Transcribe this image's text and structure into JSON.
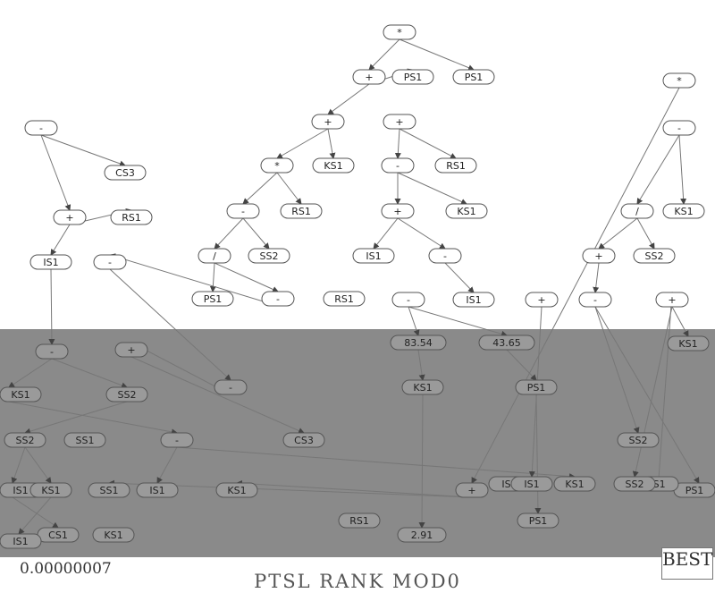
{
  "diagram": {
    "nodes": [
      {
        "id": "n0",
        "label": "*"
      },
      {
        "id": "n1",
        "label": "+"
      },
      {
        "id": "n2",
        "label": "PS1"
      },
      {
        "id": "n3",
        "label": "PS1"
      },
      {
        "id": "n4",
        "label": "+"
      },
      {
        "id": "n5",
        "label": "+"
      },
      {
        "id": "n6",
        "label": "*"
      },
      {
        "id": "n7",
        "label": "KS1"
      },
      {
        "id": "n8",
        "label": "-"
      },
      {
        "id": "n9",
        "label": "RS1"
      },
      {
        "id": "n10",
        "label": "-"
      },
      {
        "id": "n11",
        "label": "RS1"
      },
      {
        "id": "n12",
        "label": "+"
      },
      {
        "id": "n13",
        "label": "KS1"
      },
      {
        "id": "n14",
        "label": "/"
      },
      {
        "id": "n15",
        "label": "SS2"
      },
      {
        "id": "n16",
        "label": "IS1"
      },
      {
        "id": "n17",
        "label": "-"
      },
      {
        "id": "n18",
        "label": "PS1"
      },
      {
        "id": "n19",
        "label": "-"
      },
      {
        "id": "n20",
        "label": "RS1"
      },
      {
        "id": "n21",
        "label": "-"
      },
      {
        "id": "n22",
        "label": "CS3"
      },
      {
        "id": "n23",
        "label": "+"
      },
      {
        "id": "n24",
        "label": "RS1"
      },
      {
        "id": "n25",
        "label": "IS1"
      },
      {
        "id": "n26",
        "label": "-"
      },
      {
        "id": "n27",
        "label": "-"
      },
      {
        "id": "n28",
        "label": "-"
      },
      {
        "id": "n29",
        "label": "+"
      },
      {
        "id": "n30",
        "label": "CS3"
      },
      {
        "id": "n31",
        "label": "-"
      },
      {
        "id": "n32",
        "label": "KS1"
      },
      {
        "id": "n33",
        "label": "/"
      },
      {
        "id": "n34",
        "label": "SS2"
      },
      {
        "id": "n35",
        "label": "-"
      },
      {
        "id": "n36",
        "label": "+"
      },
      {
        "id": "n37",
        "label": "83.54"
      },
      {
        "id": "n38",
        "label": "43.65"
      },
      {
        "id": "n39",
        "label": "IS1"
      },
      {
        "id": "n40",
        "label": "KS1"
      },
      {
        "id": "n41",
        "label": "SS2"
      },
      {
        "id": "n42",
        "label": "-"
      },
      {
        "id": "n43",
        "label": "SS2"
      },
      {
        "id": "n44",
        "label": "KS1"
      },
      {
        "id": "n45",
        "label": "PS1"
      },
      {
        "id": "n46",
        "label": "SS1"
      },
      {
        "id": "n47",
        "label": "IS1"
      },
      {
        "id": "n48",
        "label": "KS1"
      },
      {
        "id": "n49",
        "label": "SS2"
      },
      {
        "id": "n50",
        "label": "PS1"
      },
      {
        "id": "n51",
        "label": "CS1"
      },
      {
        "id": "n52",
        "label": "IS1"
      },
      {
        "id": "n53",
        "label": "RS1"
      },
      {
        "id": "n54",
        "label": "KS1"
      },
      {
        "id": "n55",
        "label": "2.91"
      },
      {
        "id": "n56",
        "label": "PS1"
      },
      {
        "id": "n57",
        "label": "IS1"
      },
      {
        "id": "n58",
        "label": "-"
      },
      {
        "id": "n59",
        "label": "IS1"
      },
      {
        "id": "n60",
        "label": "KS1"
      },
      {
        "id": "n61",
        "label": "IS1"
      },
      {
        "id": "n62",
        "label": "+"
      },
      {
        "id": "n63",
        "label": "KS1"
      },
      {
        "id": "n64",
        "label": "SS2"
      },
      {
        "id": "n65",
        "label": "+"
      },
      {
        "id": "n66",
        "label": "IS1"
      },
      {
        "id": "n67",
        "label": "SS1"
      },
      {
        "id": "n68",
        "label": "KS1"
      },
      {
        "id": "n69",
        "label": "+"
      },
      {
        "id": "n70",
        "label": "*"
      }
    ],
    "edges": [
      [
        "n0",
        "n1"
      ],
      [
        "n0",
        "n2"
      ],
      [
        "n1",
        "n4"
      ],
      [
        "n1",
        "n3"
      ],
      [
        "n4",
        "n6"
      ],
      [
        "n4",
        "n7"
      ],
      [
        "n5",
        "n8"
      ],
      [
        "n5",
        "n9"
      ],
      [
        "n6",
        "n10"
      ],
      [
        "n6",
        "n11"
      ],
      [
        "n8",
        "n12"
      ],
      [
        "n8",
        "n13"
      ],
      [
        "n10",
        "n14"
      ],
      [
        "n10",
        "n15"
      ],
      [
        "n12",
        "n16"
      ],
      [
        "n12",
        "n17"
      ],
      [
        "n14",
        "n18"
      ],
      [
        "n14",
        "n19"
      ],
      [
        "n21",
        "n22"
      ],
      [
        "n21",
        "n23"
      ],
      [
        "n23",
        "n24"
      ],
      [
        "n23",
        "n25"
      ],
      [
        "n25",
        "n28"
      ],
      [
        "n28",
        "n40"
      ],
      [
        "n28",
        "n41"
      ],
      [
        "n35",
        "n37"
      ],
      [
        "n35",
        "n38"
      ],
      [
        "n17",
        "n39"
      ],
      [
        "n37",
        "n44"
      ],
      [
        "n38",
        "n45"
      ],
      [
        "n41",
        "n43"
      ],
      [
        "n43",
        "n47"
      ],
      [
        "n43",
        "n48"
      ],
      [
        "n31",
        "n32"
      ],
      [
        "n31",
        "n33"
      ],
      [
        "n33",
        "n34"
      ],
      [
        "n33",
        "n36"
      ],
      [
        "n36",
        "n42"
      ],
      [
        "n42",
        "n49"
      ],
      [
        "n42",
        "n50"
      ],
      [
        "n44",
        "n55"
      ],
      [
        "n45",
        "n56"
      ],
      [
        "n47",
        "n51"
      ],
      [
        "n48",
        "n52"
      ],
      [
        "n70",
        "n69"
      ],
      [
        "n69",
        "n68"
      ],
      [
        "n69",
        "n67"
      ],
      [
        "n40",
        "n58"
      ],
      [
        "n58",
        "n59"
      ],
      [
        "n58",
        "n60"
      ],
      [
        "n61",
        "n62"
      ],
      [
        "n62",
        "n63"
      ],
      [
        "n62",
        "n64"
      ],
      [
        "n65",
        "n66"
      ],
      [
        "n19",
        "n26"
      ],
      [
        "n26",
        "n27"
      ],
      [
        "n27",
        "n29"
      ],
      [
        "n29",
        "n30"
      ]
    ]
  },
  "footer": {
    "left_text": "0.00000007",
    "title": "PTSL RANK MOD0",
    "right_text": "BEST"
  },
  "colors": {
    "background": "#ffffff",
    "band": "#8a8a8a",
    "node_fill": "#ffffff",
    "node_stroke": "#555555",
    "edge": "#777777"
  }
}
